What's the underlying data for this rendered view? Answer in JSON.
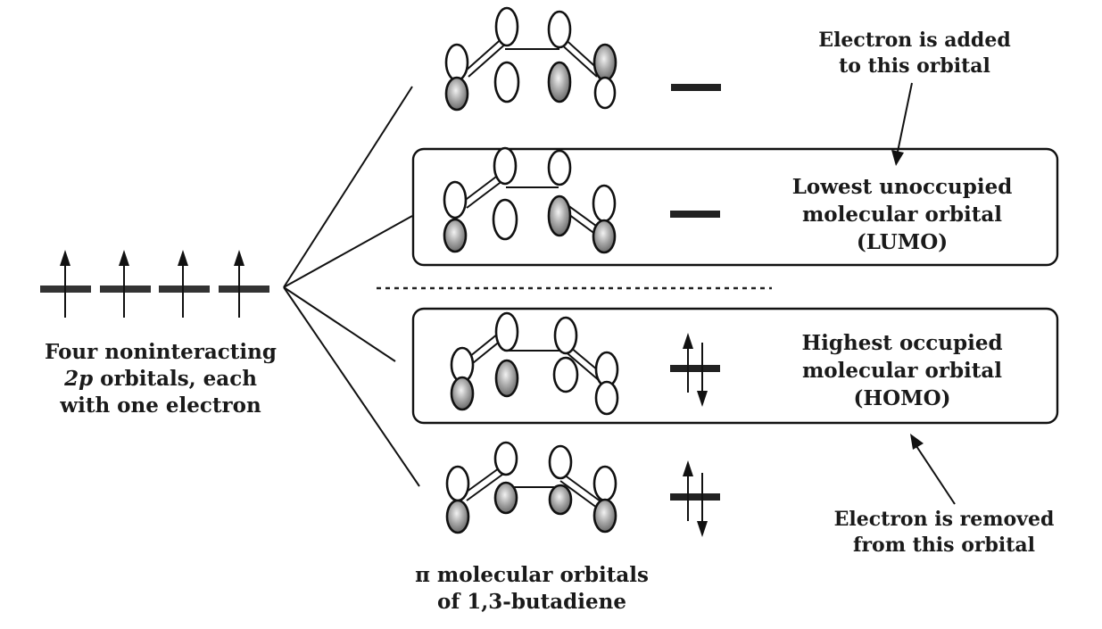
{
  "left_label": {
    "line1": "Four noninteracting",
    "line2_italic": "2p",
    "line2_rest": " orbitals, each",
    "line3": "with one electron"
  },
  "bottom_label": {
    "line1": "π molecular orbitals",
    "line2": "of 1,3-butadiene"
  },
  "lumo_label": {
    "line1": "Lowest unoccupied",
    "line2": "molecular orbital",
    "line3": "(LUMO)"
  },
  "homo_label": {
    "line1": "Highest occupied",
    "line2": "molecular orbital",
    "line3": "(HOMO)"
  },
  "added_note": {
    "line1": "Electron is added",
    "line2": "to this orbital"
  },
  "removed_note": {
    "line1": "Electron is removed",
    "line2": "from this orbital"
  },
  "orbitals": [
    {
      "id": "psi4",
      "occupancy": 0
    },
    {
      "id": "psi3-lumo",
      "occupancy": 0
    },
    {
      "id": "psi2-homo",
      "occupancy": 2
    },
    {
      "id": "psi1",
      "occupancy": 2
    }
  ],
  "atomic_orbitals": {
    "count": 4,
    "electrons_each": 1
  }
}
